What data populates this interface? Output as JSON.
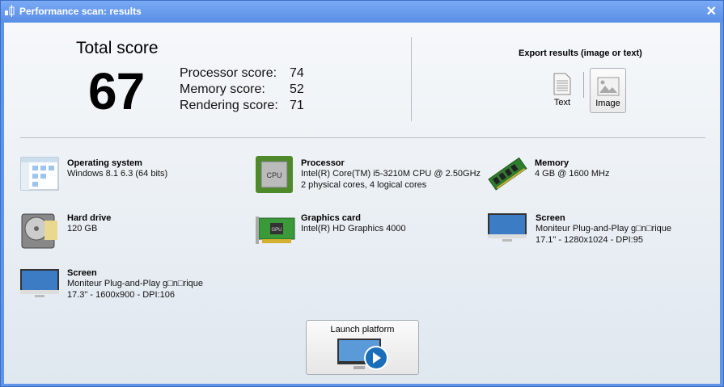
{
  "window": {
    "title": "Performance scan: results"
  },
  "scores": {
    "total_label": "Total score",
    "total": "67",
    "processor_label": "Processor score:",
    "processor": "74",
    "memory_label": "Memory score:",
    "memory": "52",
    "rendering_label": "Rendering score:",
    "rendering": "71"
  },
  "export": {
    "title": "Export results (image or text)",
    "text_label": "Text",
    "image_label": "Image"
  },
  "items": [
    {
      "title": "Operating system",
      "lines": [
        "Windows 8.1 6.3 (64 bits)"
      ]
    },
    {
      "title": "Processor",
      "lines": [
        "Intel(R) Core(TM) i5-3210M CPU @ 2.50GHz",
        "2 physical cores, 4 logical cores"
      ]
    },
    {
      "title": "Memory",
      "lines": [
        "4 GB @ 1600 MHz"
      ]
    },
    {
      "title": "Hard drive",
      "lines": [
        "120 GB"
      ]
    },
    {
      "title": "Graphics card",
      "lines": [
        "Intel(R) HD Graphics 4000"
      ]
    },
    {
      "title": "Screen",
      "lines": [
        "Moniteur Plug-and-Play g□n□rique",
        "17.1\" - 1280x1024 - DPI:95"
      ]
    },
    {
      "title": "Screen",
      "lines": [
        "Moniteur Plug-and-Play g□n□rique",
        "17.3\" - 1600x900 - DPI:106"
      ]
    }
  ],
  "launch": {
    "label": "Launch platform"
  }
}
